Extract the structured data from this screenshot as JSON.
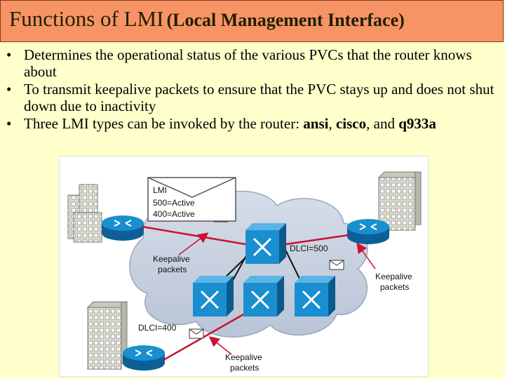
{
  "title": {
    "main": "Functions of LMI",
    "paren": "(Local Management Interface)"
  },
  "bullets": [
    {
      "text": "Determines the operational status of the various PVCs that the router knows about"
    },
    {
      "text": "To transmit keepalive packets to ensure that the PVC stays up and does not shut down due to inactivity"
    },
    {
      "pre": "Three LMI types can be invoked by the router: ",
      "t1": "ansi",
      "sep1": ", ",
      "t2": "cisco",
      "sep2": ", and ",
      "t3": "q933a"
    }
  ],
  "diagram": {
    "lmi_box": {
      "line1": "LMI",
      "line2": "500=Active",
      "line3": "400=Active"
    },
    "dlci_right": "DLCI=500",
    "dlci_left": "DLCI=400",
    "keepalive_left": {
      "line1": "Keepalive",
      "line2": "packets"
    },
    "keepalive_right": {
      "line1": "Keepalive",
      "line2": "packets"
    },
    "keepalive_bottom": {
      "line1": "Keepalive",
      "line2": "packets"
    }
  },
  "colors": {
    "title_bg": "#f79466",
    "slide_bg": "#ffffcc",
    "router": "#1a7fc0",
    "switch": "#1a8fd0",
    "cloud": "#c9d3e3",
    "arrow": "#cc1133"
  }
}
